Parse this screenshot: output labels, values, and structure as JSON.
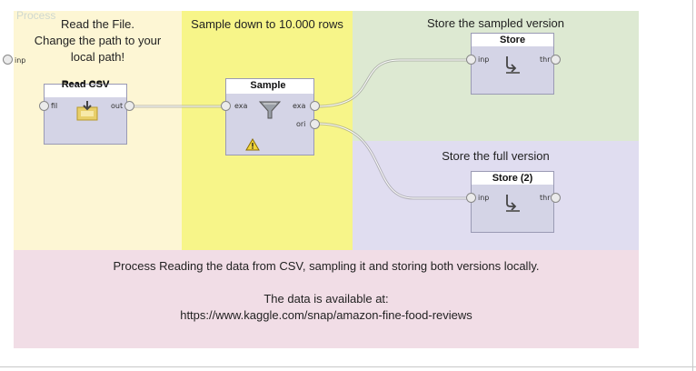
{
  "process": {
    "label": "Process",
    "input_port": "inp"
  },
  "zones": {
    "read": {
      "line1": "Read the File.",
      "line2": "Change the path to your",
      "line3": "local path!",
      "color": "#fdf6d4"
    },
    "sample": {
      "text": "Sample down to 10.000 rows",
      "color": "#f7f589"
    },
    "store_sampled": {
      "text": "Store the sampled version",
      "color": "#dde9d2"
    },
    "store_full": {
      "text": "Store the full version",
      "color": "#e0ddf0"
    },
    "bottom": {
      "line1": "Process Reading the data from CSV, sampling it and storing both versions locally.",
      "line2": "The data is available at:",
      "line3": "https://www.kaggle.com/snap/amazon-fine-food-reviews",
      "color": "#f1dde6"
    }
  },
  "operators": {
    "read_csv": {
      "title": "Read CSV",
      "in_port": "fil",
      "out_port": "out",
      "icon": "read-csv-icon"
    },
    "sample": {
      "title": "Sample",
      "in_port": "exa",
      "out_port_1": "exa",
      "out_port_2": "ori",
      "icon": "filter-funnel-icon",
      "warning_icon": "warning-icon"
    },
    "store": {
      "title": "Store",
      "in_port": "inp",
      "out_port": "thr",
      "icon": "store-icon"
    },
    "store2": {
      "title": "Store (2)",
      "in_port": "inp",
      "out_port": "thr",
      "icon": "store-icon"
    }
  },
  "colors": {
    "operator_fill": "#d4d4e6",
    "connection": "#8a8a8a"
  }
}
